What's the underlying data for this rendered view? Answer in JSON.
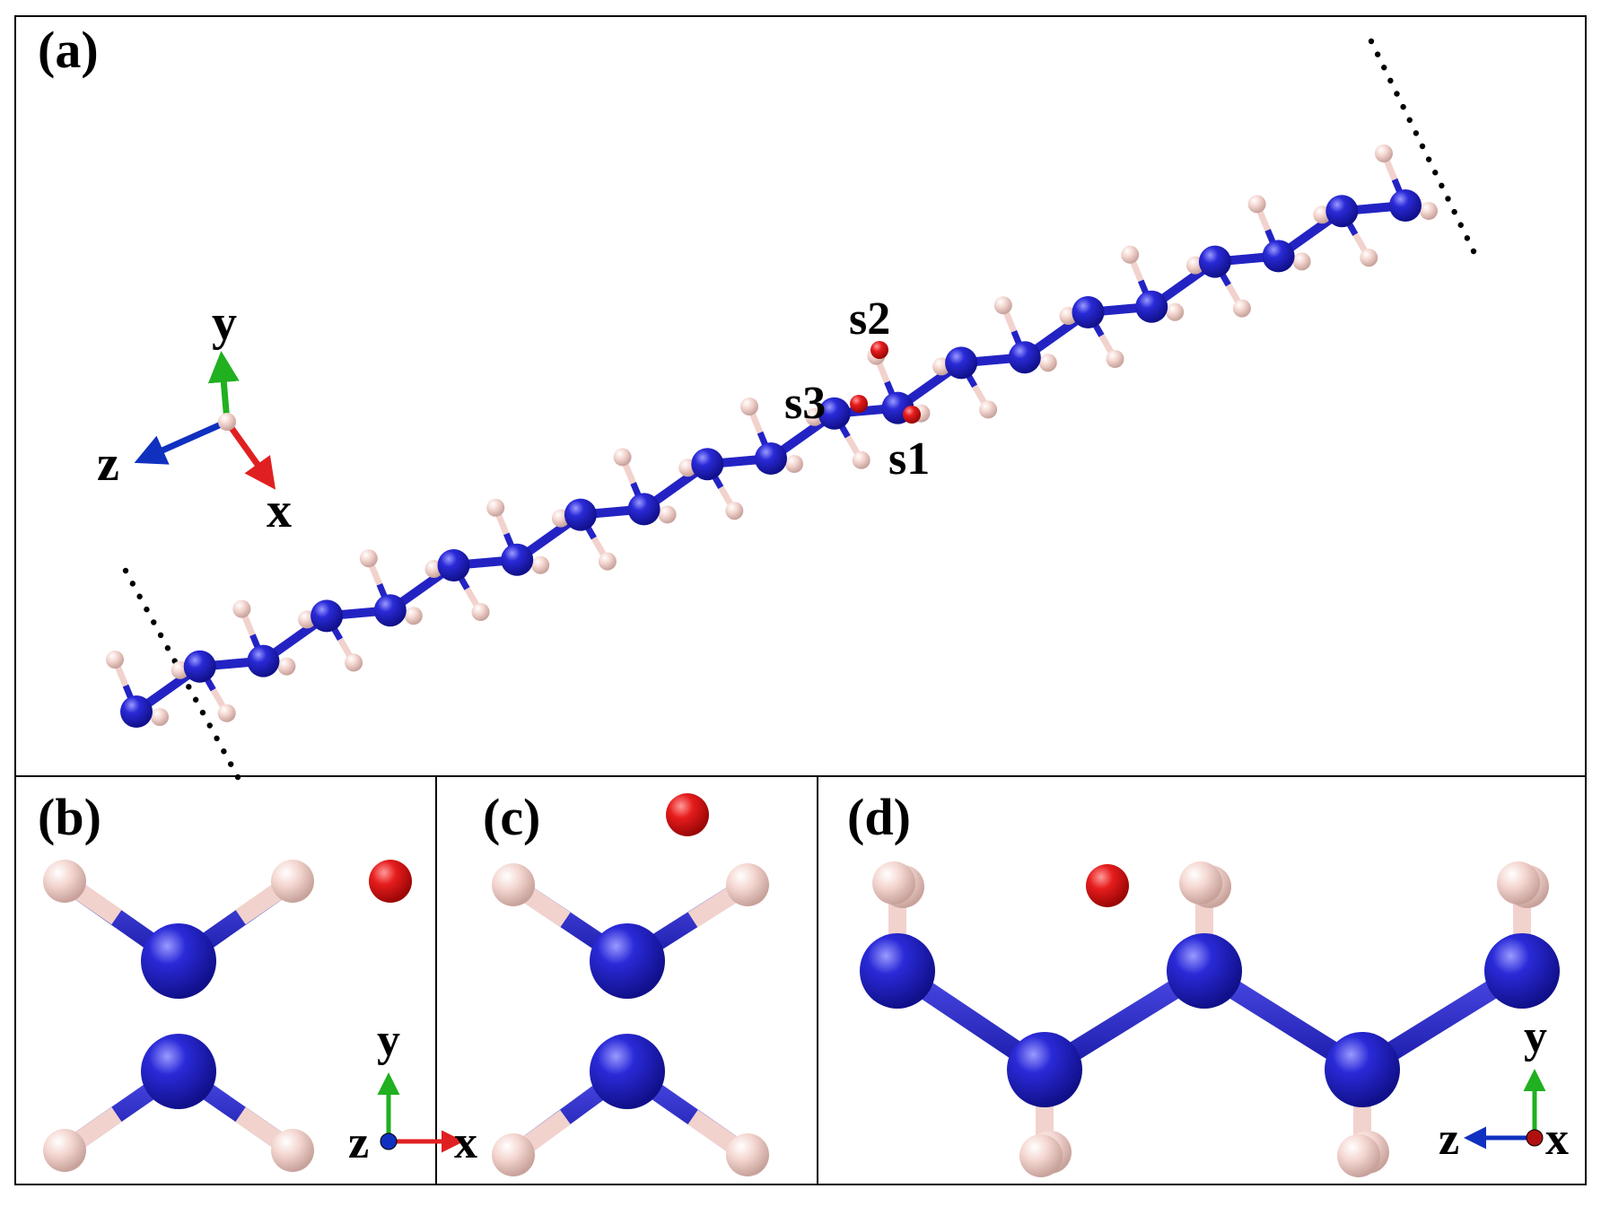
{
  "figure": {
    "panels": [
      {
        "id": "a",
        "label": "(a)"
      },
      {
        "id": "b",
        "label": "(b)"
      },
      {
        "id": "c",
        "label": "(c)"
      },
      {
        "id": "d",
        "label": "(d)"
      }
    ],
    "sites": [
      {
        "id": "s1",
        "label": "s1"
      },
      {
        "id": "s2",
        "label": "s2"
      },
      {
        "id": "s3",
        "label": "s3"
      }
    ],
    "axes_a": {
      "x": "x",
      "y": "y",
      "z": "z"
    },
    "axes_b": {
      "x": "x",
      "y": "y",
      "z": "z"
    },
    "axes_d": {
      "x": "x",
      "y": "y",
      "z": "z"
    }
  },
  "colors": {
    "backbone_atom": "#2020c8",
    "hydrogen_atom": "#f2d2cc",
    "adsorbate_atom": "#e01818",
    "axis_x": "#e02020",
    "axis_y": "#20b020",
    "axis_z": "#1030c0"
  }
}
